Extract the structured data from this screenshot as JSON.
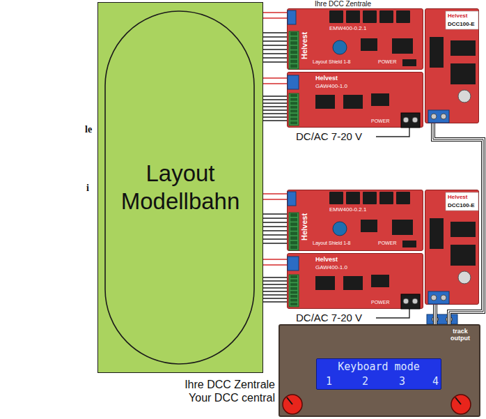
{
  "diagram": {
    "nodes": [
      {
        "text": [
          "Layout Modellbahn"
        ]
      },
      {
        "text": [
          "Helvest",
          "EMW400-0.2.1",
          "Layout Shield 1-8",
          "POWER"
        ]
      },
      {
        "text": [
          "Helvest",
          "DCC100-E"
        ]
      },
      {
        "text": [
          "Helvest",
          "GAW400-1.0",
          "POWER"
        ]
      },
      {
        "text": [
          "Helvest",
          "EMW400-0.2.1",
          "Layout Shield 1-8",
          "POWER"
        ]
      },
      {
        "text": [
          "Helvest",
          "DCC100-E"
        ]
      },
      {
        "text": [
          "Helvest",
          "GAW400-1.0",
          "POWER"
        ]
      },
      {
        "text": [
          "track output"
        ]
      },
      {
        "text": [
          "Keyboard mode",
          "1",
          "2",
          "3",
          "4"
        ],
        "in": 7
      }
    ],
    "edges": [
      {
        "from": 1,
        "to": 0,
        "arrow": "none"
      },
      {
        "from": 3,
        "to": 0,
        "arrow": "none"
      },
      {
        "from": 4,
        "to": 0,
        "arrow": "none"
      },
      {
        "from": 6,
        "to": 0,
        "arrow": "none"
      },
      {
        "from": 2,
        "to": 7,
        "arrow": "none"
      },
      {
        "from": 5,
        "to": 7,
        "arrow": "none"
      }
    ],
    "labels": [
      "Ihre DCC Zentrale",
      "le",
      "i",
      "DC/AC 7-20 V",
      "DC/AC 7-20 V",
      "Ihre DCC Zentrale",
      "Your DCC central"
    ]
  }
}
